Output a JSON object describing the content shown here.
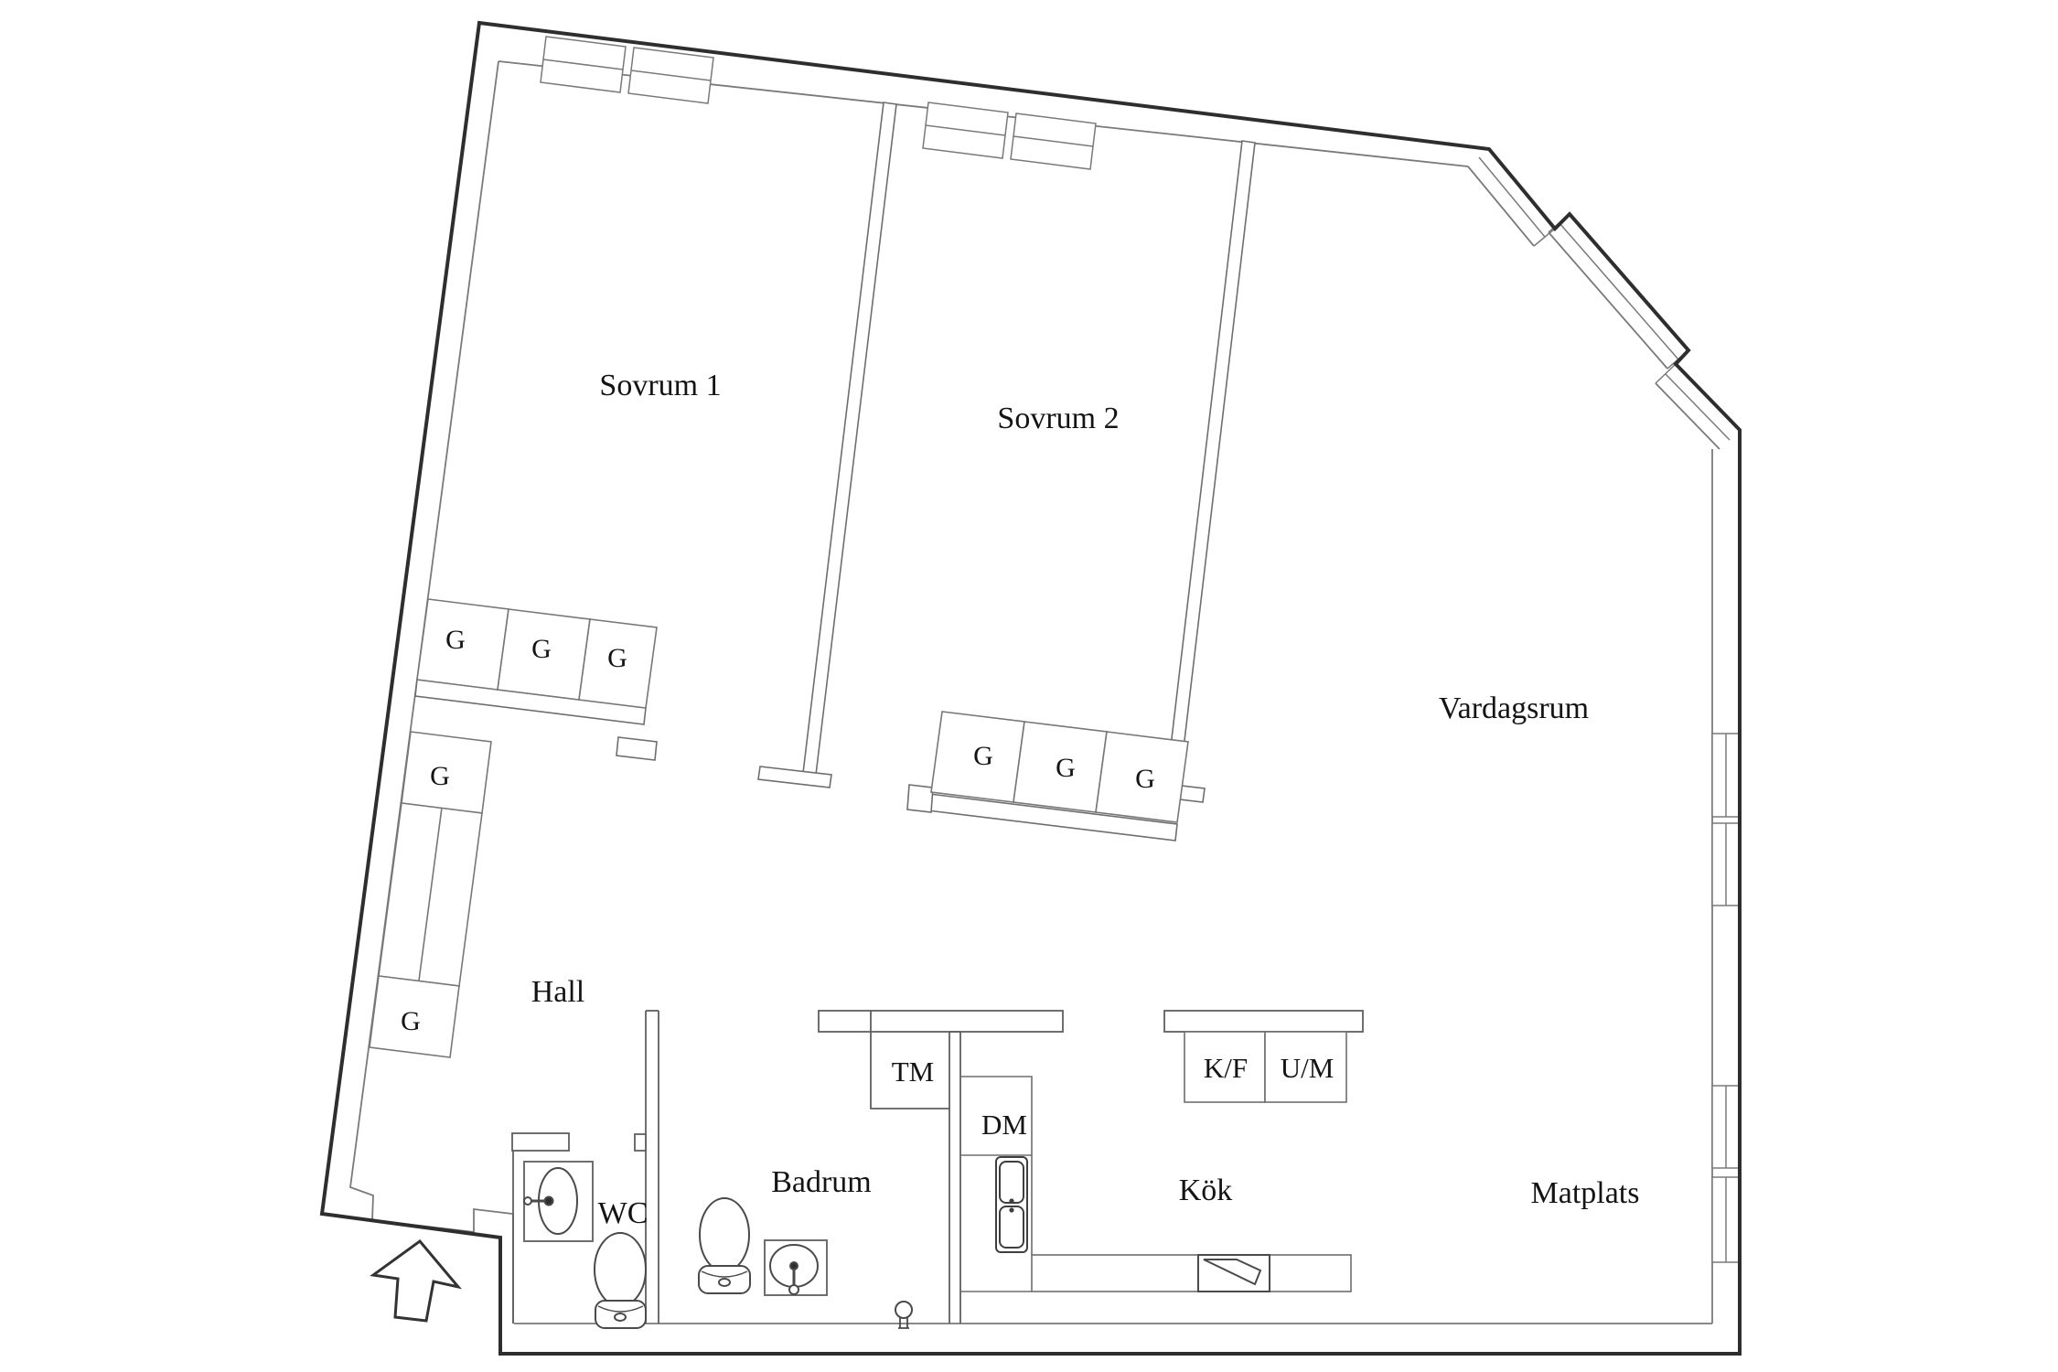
{
  "drawing": {
    "type": "floor-plan",
    "language": "Swedish",
    "background": "#ffffff",
    "wall_color": "#2e2e2e",
    "thin_line_color": "#7a7a7a",
    "text_color": "#141414"
  },
  "labels": {
    "sovrum1": "Sovrum 1",
    "sovrum2": "Sovrum 2",
    "vardagsrum": "Vardagsrum",
    "hall": "Hall",
    "wc": "WC",
    "badrum": "Badrum",
    "tm": "TM",
    "dm": "DM",
    "kf": "K/F",
    "um": "U/M",
    "kok": "Kök",
    "matplats": "Matplats"
  },
  "wardrobes": [
    {
      "label": "G"
    },
    {
      "label": "G"
    },
    {
      "label": "G"
    },
    {
      "label": "G"
    },
    {
      "label": "G"
    },
    {
      "label": "G"
    },
    {
      "label": "G"
    },
    {
      "label": "G"
    }
  ],
  "icons": {
    "entrance_arrow": "entrance-arrow",
    "toilets": [
      "wc-toilet",
      "badrum-toilet"
    ],
    "sinks": [
      "wc-sink",
      "badrum-sink",
      "kitchen-double-sink"
    ],
    "shower": "shower-head",
    "stove": "stove-hob"
  }
}
